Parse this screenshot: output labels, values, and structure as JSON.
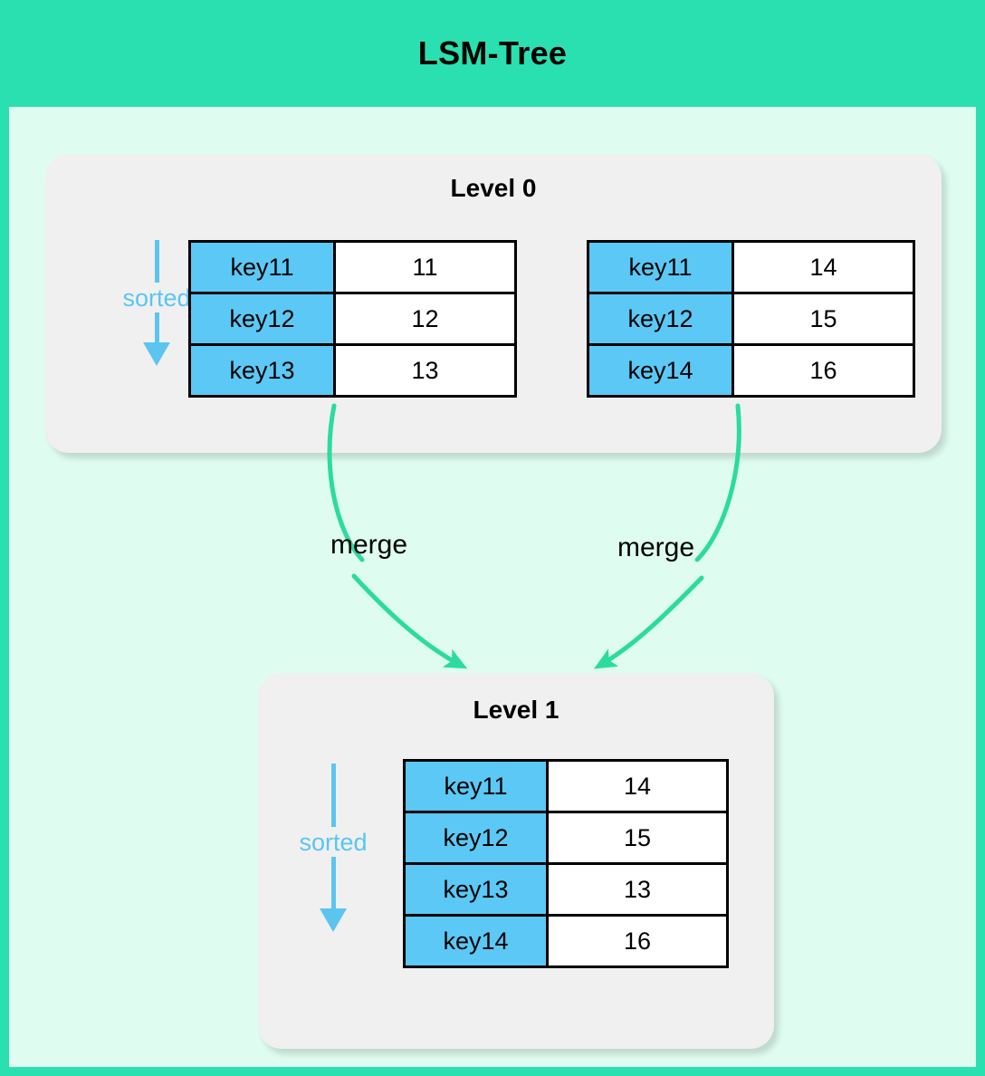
{
  "header": {
    "title": "LSM-Tree"
  },
  "colors": {
    "header_bg": "#2BE0B0",
    "canvas_bg": "#DFFCF0",
    "panel_bg": "#F0F0F0",
    "key_cell_bg": "#5BC8F5",
    "value_cell_bg": "#FFFFFF",
    "sorted_accent": "#5BC5F0",
    "arrow_accent": "#2BDBA0",
    "border": "#000000"
  },
  "levels": [
    {
      "id": "level0",
      "title": "Level 0",
      "sorted_label": "sorted",
      "sstables": [
        {
          "id": "sstable-l0-a",
          "rows": [
            {
              "key": "key11",
              "value": "11"
            },
            {
              "key": "key12",
              "value": "12"
            },
            {
              "key": "key13",
              "value": "13"
            }
          ]
        },
        {
          "id": "sstable-l0-b",
          "rows": [
            {
              "key": "key11",
              "value": "14"
            },
            {
              "key": "key12",
              "value": "15"
            },
            {
              "key": "key14",
              "value": "16"
            }
          ]
        }
      ]
    },
    {
      "id": "level1",
      "title": "Level 1",
      "sorted_label": "sorted",
      "sstables": [
        {
          "id": "sstable-l1",
          "rows": [
            {
              "key": "key11",
              "value": "14"
            },
            {
              "key": "key12",
              "value": "15"
            },
            {
              "key": "key13",
              "value": "13"
            },
            {
              "key": "key14",
              "value": "16"
            }
          ]
        }
      ]
    }
  ],
  "merge_arrows": [
    {
      "id": "merge-left",
      "label": "merge"
    },
    {
      "id": "merge-right",
      "label": "merge"
    }
  ]
}
